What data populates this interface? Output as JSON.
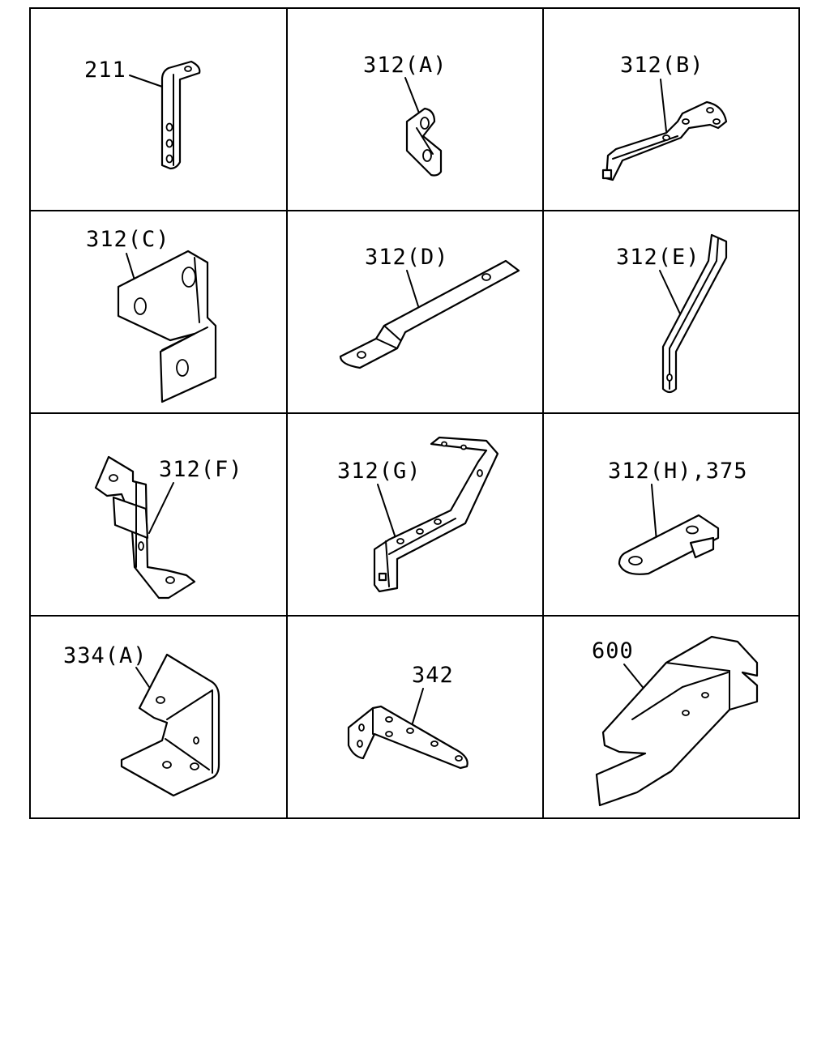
{
  "parts": [
    {
      "id": "211",
      "label": "211"
    },
    {
      "id": "312A",
      "label": "312(A)"
    },
    {
      "id": "312B",
      "label": "312(B)"
    },
    {
      "id": "312C",
      "label": "312(C)"
    },
    {
      "id": "312D",
      "label": "312(D)"
    },
    {
      "id": "312E",
      "label": "312(E)"
    },
    {
      "id": "312F",
      "label": "312(F)"
    },
    {
      "id": "312G",
      "label": "312(G)"
    },
    {
      "id": "312H",
      "label": "312(H),375"
    },
    {
      "id": "334A",
      "label": "334(A)"
    },
    {
      "id": "342",
      "label": "342"
    },
    {
      "id": "600",
      "label": "600"
    }
  ]
}
